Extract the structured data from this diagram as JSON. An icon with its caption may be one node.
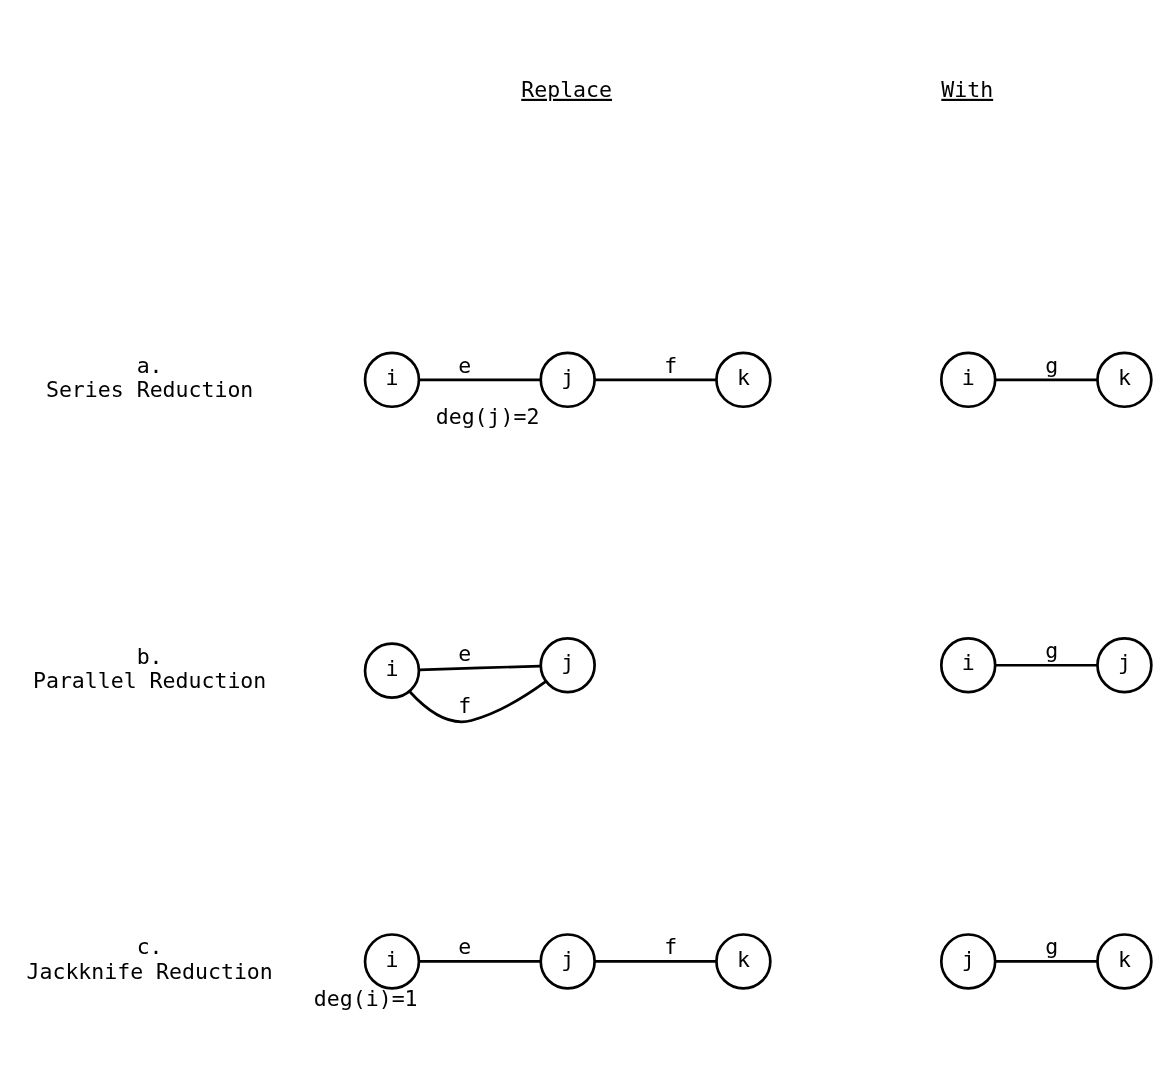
{
  "diagram": {
    "nodes": [
      {
        "text": [
          "i"
        ]
      },
      {
        "text": [
          "j"
        ],
        "beside": [
          "deg(j)=2"
        ]
      },
      {
        "text": [
          "k"
        ]
      },
      {
        "text": [
          "i"
        ]
      },
      {
        "text": [
          "k"
        ]
      },
      {
        "text": [
          "i"
        ]
      },
      {
        "text": [
          "j"
        ]
      },
      {
        "text": [
          "i"
        ]
      },
      {
        "text": [
          "j"
        ]
      },
      {
        "text": [
          "i"
        ],
        "beside": [
          "deg(i)=1"
        ]
      },
      {
        "text": [
          "j"
        ]
      },
      {
        "text": [
          "k"
        ]
      },
      {
        "text": [
          "j"
        ]
      },
      {
        "text": [
          "k"
        ]
      }
    ],
    "edges": [
      {
        "from": 0,
        "to": 1,
        "arrow": "none",
        "label": "e"
      },
      {
        "from": 1,
        "to": 2,
        "arrow": "none",
        "label": "f"
      },
      {
        "from": 3,
        "to": 4,
        "arrow": "none",
        "label": "g"
      },
      {
        "from": 5,
        "to": 6,
        "arrow": "none",
        "label": "e"
      },
      {
        "from": 5,
        "to": 6,
        "arrow": "none",
        "label": "f"
      },
      {
        "from": 7,
        "to": 8,
        "arrow": "none",
        "label": "g"
      },
      {
        "from": 9,
        "to": 10,
        "arrow": "none",
        "label": "e"
      },
      {
        "from": 10,
        "to": 11,
        "arrow": "none",
        "label": "f"
      },
      {
        "from": 12,
        "to": 13,
        "arrow": "none",
        "label": "g"
      }
    ],
    "labels": [
      "Replace",
      "With",
      "a. Series Reduction",
      "b. Parallel Reduction",
      "c. Jackknife Reduction"
    ]
  }
}
